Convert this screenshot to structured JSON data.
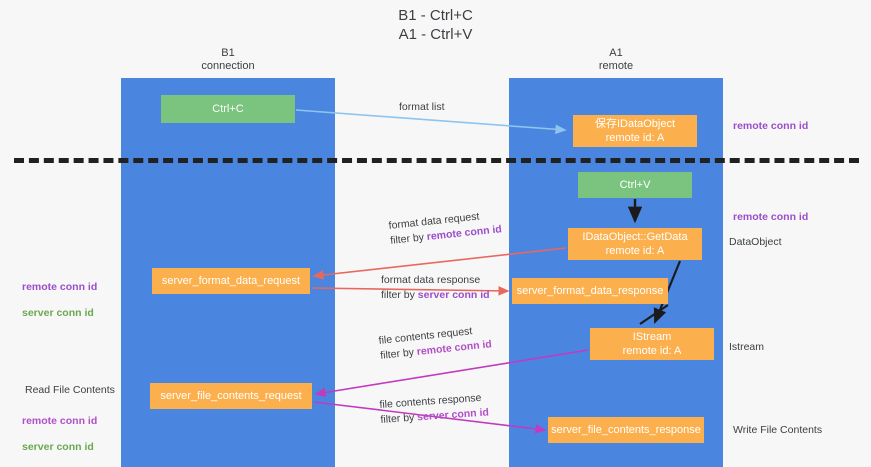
{
  "title": "B1 - Ctrl+C\nA1 - Ctrl+V",
  "lanes": [
    {
      "id": "b1",
      "label": "B1\nconnection"
    },
    {
      "id": "a1",
      "label": "A1\nremote"
    }
  ],
  "nodes": {
    "ctrl_c": "Ctrl+C",
    "save_idataobject": "保存IDataObject\nremote id: A",
    "ctrl_v": "Ctrl+V",
    "getdata": "IDataObject::GetData\nremote id: A",
    "server_format_data_request": "server_format_data_request",
    "server_format_data_response": "server_format_data_response",
    "istream": "IStream\nremote id: A",
    "server_file_contents_request": "server_file_contents_request",
    "server_file_contents_response": "server_file_contents_response"
  },
  "edges": {
    "format_list": "format list",
    "format_data_request": "format data request",
    "format_data_request_filter_prefix": "filter by ",
    "format_data_request_filter_key": "remote conn id",
    "format_data_response": "format data response",
    "format_data_response_filter_prefix": "filter by ",
    "format_data_response_filter_key": "server conn id",
    "file_contents_request": "file contents request",
    "file_contents_request_filter_prefix": "filter by ",
    "file_contents_request_filter_key": "remote conn id",
    "file_contents_response": "file contents response",
    "file_contents_response_filter_prefix": "filter by ",
    "file_contents_response_filter_key": "server conn id"
  },
  "annotations": {
    "remote_conn_id_top": "remote conn id",
    "remote_conn_id_mid": "remote conn id",
    "dataobject": "DataObject",
    "istream": "Istream",
    "write_file_contents": "Write File Contents",
    "read_file_contents": "Read File Contents",
    "left_remote_conn_id_1": "remote conn id",
    "left_server_conn_id_1": "server conn id",
    "left_remote_conn_id_2": "remote conn id",
    "left_server_conn_id_2": "server conn id"
  },
  "colors": {
    "lane": "#4a86e0",
    "green_node": "#7ac47f",
    "orange_node": "#fbb04d",
    "purple": "#9b4dca",
    "green_text": "#6aa84f",
    "magenta": "#c23bbf",
    "red_arrow": "#e8685e",
    "blue_arrow": "#8ec4ee",
    "divider": "#212121",
    "background": "#f7f7f8"
  }
}
